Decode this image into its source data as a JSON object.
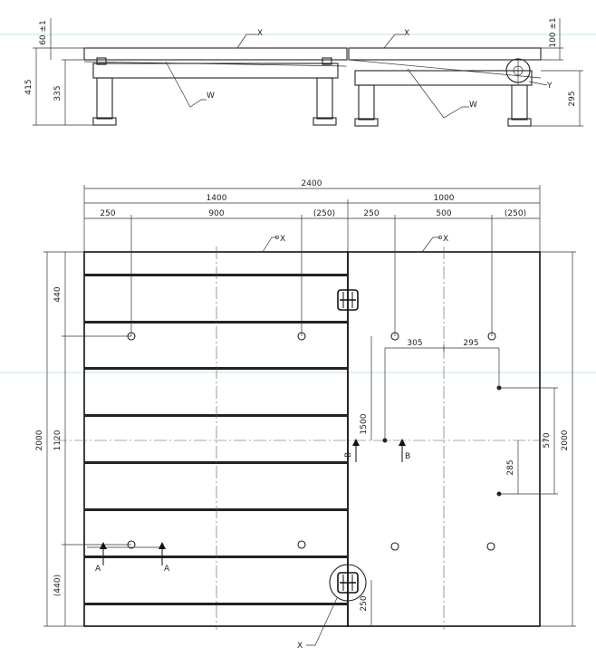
{
  "drawing": {
    "elevation": {
      "dims": {
        "left_total": "415",
        "left_low": "335",
        "top_left": "60 ±1",
        "top_right": "100 ±1",
        "right_low": "295"
      },
      "callouts": {
        "x1": "X",
        "x2": "X",
        "w1": "W",
        "w2": "W",
        "y": "Y"
      }
    },
    "plan": {
      "top_dims": {
        "overall": "2400",
        "left_part": "1400",
        "right_part": "1000",
        "l_250": "250",
        "l_900": "900",
        "l_250p": "(250)",
        "r_250": "250",
        "r_500": "500",
        "r_250p": "(250)"
      },
      "inner_dims": {
        "d305": "305",
        "d295": "295",
        "d1500": "1500",
        "d570": "570",
        "d285": "285",
        "d250": "250"
      },
      "side_dims": {
        "left_2000": "2000",
        "left_1120": "1120",
        "left_440_top": "440",
        "left_440_bottom": "(440)",
        "right_2000": "2000"
      },
      "callouts": {
        "x_top_left": "X",
        "x_top_right": "X",
        "x_bottom": "X",
        "section_a_left": "A",
        "section_a_right": "A",
        "section_b_left": "B",
        "section_b_right": "B"
      }
    }
  }
}
